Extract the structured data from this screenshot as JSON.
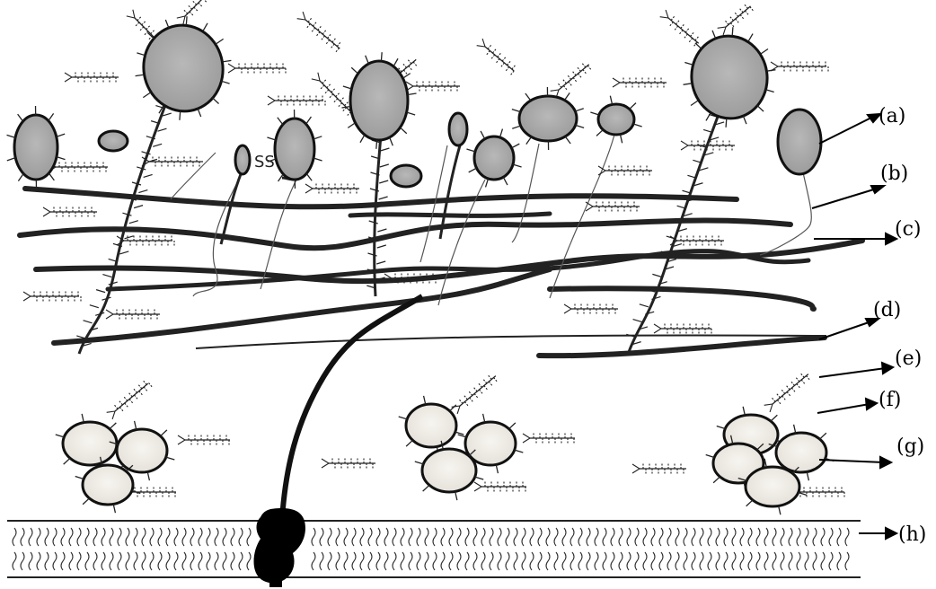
{
  "labels": {
    "a": "(a)",
    "b": "(b)",
    "c": "(c)",
    "d": "(d)",
    "e": "(e)",
    "f": "(f)",
    "g": "(g)",
    "h": "(h)"
  },
  "colors": {
    "ink": "#1a1a1a",
    "large_protein_fill": "#a8a8a8",
    "dark_protein_fill": "#8f8f8f",
    "pale_protein_fill": "#efece6",
    "membrane_background": "#ffffff"
  }
}
